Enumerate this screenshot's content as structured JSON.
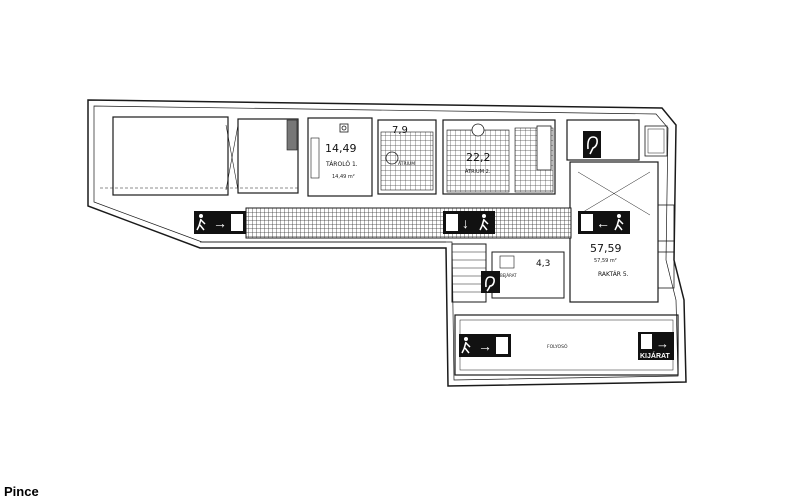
{
  "caption": "Pince",
  "rooms": [
    {
      "id": "r1",
      "number": "14,49",
      "label": "TÁROLÓ 1.",
      "area": "14,49 m²"
    },
    {
      "id": "r2",
      "number": "7,9",
      "label": "ÁTRIUM",
      "area": ""
    },
    {
      "id": "r3",
      "number": "22,2",
      "label": "ÁTRIUM 2.",
      "area": ""
    },
    {
      "id": "r4",
      "number": "57,59",
      "label": "RAKTÁR 5.",
      "area": "57,59 m²"
    },
    {
      "id": "r5",
      "number": "4,3",
      "label": "",
      "area": ""
    },
    {
      "id": "r6",
      "number": "",
      "label": "BEJÁRAT",
      "area": ""
    },
    {
      "id": "r7",
      "number": "",
      "label": "FOLYOSÓ",
      "area": ""
    }
  ],
  "exit_signs": [
    {
      "id": "exit-left",
      "glyph": "→"
    },
    {
      "id": "exit-center",
      "glyph": "↓"
    },
    {
      "id": "exit-right",
      "glyph": "←"
    },
    {
      "id": "exit-bottom",
      "glyph": "→"
    }
  ],
  "kijarat_sign": {
    "label": "KIJÁRAT"
  },
  "accessibility_signs": [
    {
      "id": "acc-top",
      "icon": "hearing-loop-icon"
    },
    {
      "id": "acc-bottom",
      "icon": "hearing-loop-icon"
    }
  ],
  "colors": {
    "ink": "#1a1a1a",
    "sign": "#111111",
    "sign_text": "#ffffff",
    "grid": "#555555"
  }
}
